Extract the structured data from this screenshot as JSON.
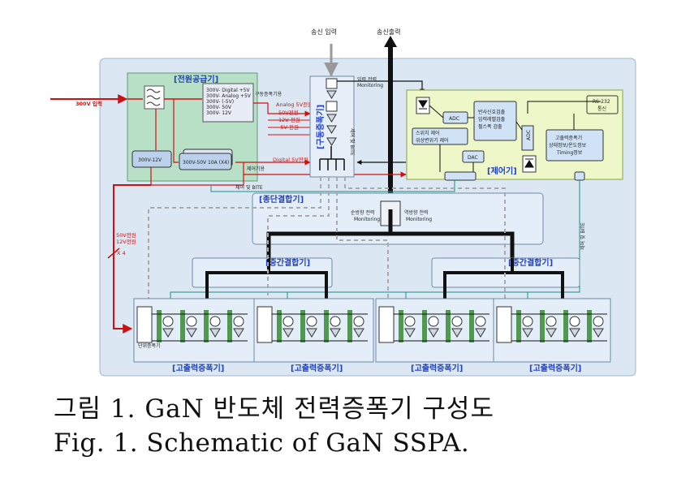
{
  "top": {
    "tx_input": "송신 입력",
    "tx_output": "송신출력"
  },
  "input_300v": "300V 입력",
  "power_supply": {
    "title": "[전원공급기]",
    "outputs": [
      "300V- Digital +5V",
      "300V- Analog +5V",
      "300V- (-5V)",
      "300V- 50V",
      "300V- 12V"
    ],
    "drive_amp_note": "구동증폭기용",
    "conv_12v": "300V-12V",
    "conv_50v": "300V-50V 10A (X4)"
  },
  "supply_lines": {
    "analog": "Analog 5V전원",
    "v50": "50V전원",
    "v12": "12V 전원",
    "vm5": "-5V 전원",
    "digital": "Digital 5V전원",
    "ctrl_unit": "제어기용"
  },
  "driver_amp": {
    "title": "[구동증폭기]",
    "in_power": "입력 전력",
    "monitoring": "Monitoring",
    "ctrl_bite": "제어 및 BITE"
  },
  "controller": {
    "title": "[제어기]",
    "adc": "ADC",
    "adc_v": "ADC",
    "dac": "DAC",
    "detect": "반사신호검출\n입력레벨검출\n펄스폭 검출",
    "switch": "스위치 제어\n위상변위기 제어",
    "rs232": "RS-232\n통신",
    "status": "고출력증폭기\n상태정보/온도정보\nTiming정보"
  },
  "final_combiner": {
    "title": "[종단결합기]",
    "fwd": "순방향 전력",
    "rev": "역방향 전력",
    "monitoring": "Monitoring"
  },
  "ctrl_bite_left": "제어 및 BITE",
  "ctrl_bite_right": "제어 및 BITE",
  "power_x4": "50V전원\n12V전원",
  "x4": "X 4",
  "mid_combiner": "[중간결합기]",
  "hpa_label": "[고출력증폭기]",
  "hpa_sub": "단위증폭기",
  "caption": {
    "kr": "그림 1. GaN 반도체 전력증폭기 구성도",
    "en": "Fig. 1. Schematic of GaN SSPA."
  },
  "colors": {
    "panel": "#dbe8f4",
    "supply": "#b8e0c6",
    "ctrl": "#eef7c8",
    "title": "#1f3fc8",
    "power_line": "#d01010",
    "monitor_line": "#1a8f86"
  }
}
